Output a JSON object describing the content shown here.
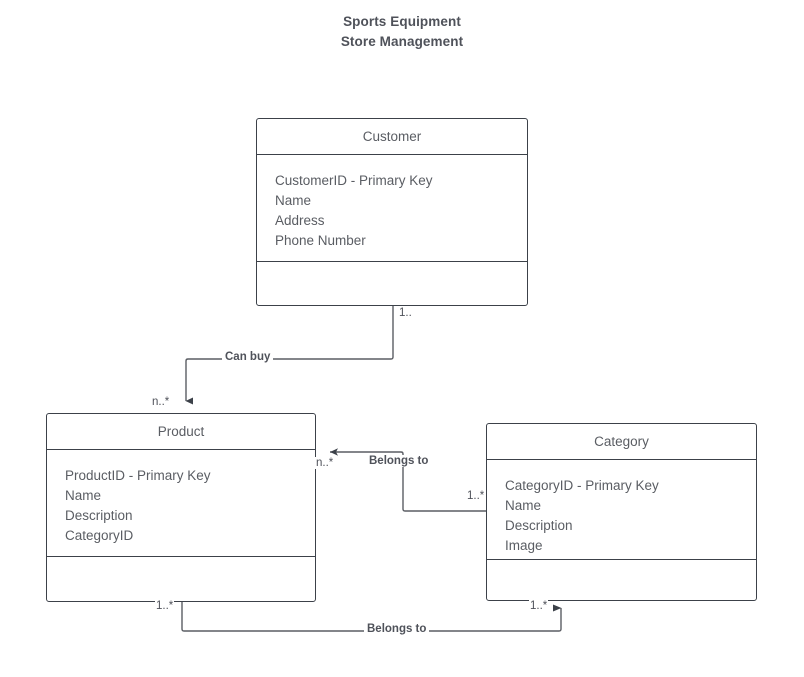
{
  "title": {
    "line1": "Sports Equipment",
    "line2": "Store Management"
  },
  "colors": {
    "stroke": "#3c4149",
    "edge_stroke": "#5a5d63",
    "text": "#5a5d63",
    "title_text": "#4f525a",
    "background": "#ffffff"
  },
  "classes": [
    {
      "id": "customer",
      "name": "Customer",
      "attributes": [
        "CustomerID - Primary Key",
        "Name",
        "Address",
        "Phone Number"
      ],
      "methods": []
    },
    {
      "id": "product",
      "name": "Product",
      "attributes": [
        "ProductID - Primary Key",
        "Name",
        "Description",
        "CategoryID"
      ],
      "methods": []
    },
    {
      "id": "category",
      "name": "Category",
      "attributes": [
        "CategoryID - Primary Key",
        "Name",
        "Description",
        "Image"
      ],
      "methods": []
    }
  ],
  "relationships": [
    {
      "id": "customer-can-buy-product",
      "label": "Can buy",
      "source": "Customer",
      "target": "Product",
      "source_multiplicity": "1..",
      "target_multiplicity": "n..*"
    },
    {
      "id": "category-belongs-to-product",
      "label": "Belongs to",
      "source": "Category",
      "target": "Product",
      "source_multiplicity": "1..*",
      "target_multiplicity": "n..*"
    },
    {
      "id": "product-belongs-to-category",
      "label": "Belongs to",
      "source": "Product",
      "target": "Category",
      "source_multiplicity": "1..*",
      "target_multiplicity": "1..*"
    }
  ]
}
